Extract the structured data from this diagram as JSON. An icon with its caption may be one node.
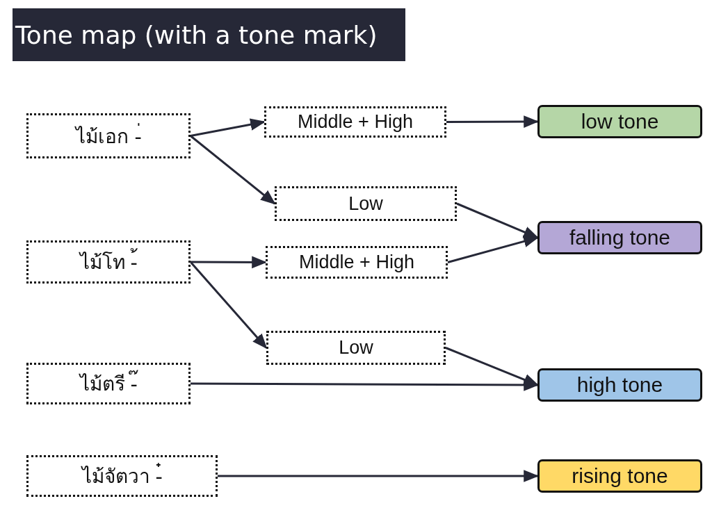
{
  "diagram": {
    "title": "Tone map (with a tone mark)",
    "nodes": [
      {
        "text": [
          "ไม้เอก -่"
        ]
      },
      {
        "text": [
          "Middle + High"
        ]
      },
      {
        "text": [
          "low tone"
        ]
      },
      {
        "text": [
          "Low"
        ]
      },
      {
        "text": [
          "falling tone"
        ]
      },
      {
        "text": [
          "ไม้โท -้"
        ]
      },
      {
        "text": [
          "Middle + High"
        ]
      },
      {
        "text": [
          "Low"
        ]
      },
      {
        "text": [
          "ไม้ตรี -๊"
        ]
      },
      {
        "text": [
          "high tone"
        ]
      },
      {
        "text": [
          "ไม้จัตวา -๋"
        ]
      },
      {
        "text": [
          "rising tone"
        ]
      }
    ],
    "edges": [
      {
        "from": 0,
        "to": 1,
        "arrow": "to"
      },
      {
        "from": 0,
        "to": 3,
        "arrow": "to"
      },
      {
        "from": 1,
        "to": 2,
        "arrow": "to"
      },
      {
        "from": 3,
        "to": 4,
        "arrow": "to"
      },
      {
        "from": 5,
        "to": 6,
        "arrow": "to"
      },
      {
        "from": 5,
        "to": 7,
        "arrow": "to"
      },
      {
        "from": 6,
        "to": 4,
        "arrow": "to"
      },
      {
        "from": 7,
        "to": 9,
        "arrow": "to"
      },
      {
        "from": 8,
        "to": 9,
        "arrow": "to"
      },
      {
        "from": 10,
        "to": 11,
        "arrow": "to"
      }
    ]
  }
}
